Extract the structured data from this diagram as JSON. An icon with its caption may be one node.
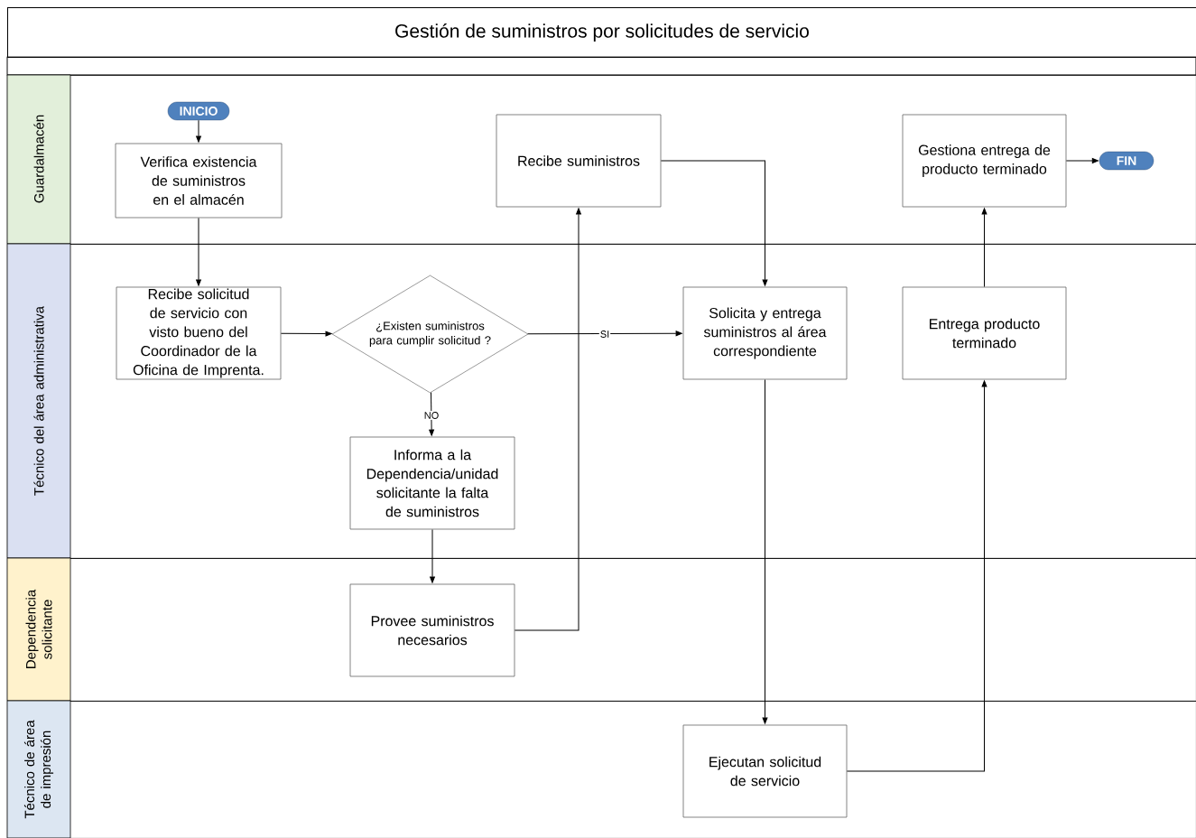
{
  "diagram": {
    "title": "Gestión de suministros por solicitudes de servicio",
    "nodes": [
      {
        "text": [
          "Guardalmacén"
        ]
      },
      {
        "text": [
          "Técnico del área administrativa"
        ]
      },
      {
        "text": [
          "Dependencia solicitante"
        ]
      },
      {
        "text": [
          "Técnico de área de impresión"
        ]
      },
      {
        "text": [
          "INICIO"
        ],
        "in": 0
      },
      {
        "text": [
          "Verifica existencia de suministros en el almacén"
        ],
        "in": 0
      },
      {
        "text": [
          "Recibe suministros"
        ],
        "in": 0
      },
      {
        "text": [
          "Gestiona entrega de producto terminado"
        ],
        "in": 0
      },
      {
        "text": [
          "FIN"
        ],
        "in": 0
      },
      {
        "text": [
          "Recibe solicitud de servicio con visto bueno del Coordinador de la Oficina de Imprenta."
        ],
        "in": 1
      },
      {
        "text": [
          "¿Existen suministros para cumplir solicitud ?"
        ],
        "in": 1
      },
      {
        "text": [
          "Solicita y entrega suministros al área correspondiente"
        ],
        "in": 1
      },
      {
        "text": [
          "Entrega producto terminado"
        ],
        "in": 1
      },
      {
        "text": [
          "Informa a la Dependencia/unidad solicitante la falta de suministros"
        ],
        "in": 1
      },
      {
        "text": [
          "Provee suministros necesarios"
        ],
        "in": 2
      },
      {
        "text": [
          "Ejecutan solicitud de servicio"
        ],
        "in": 3
      }
    ],
    "edges": [
      {
        "from": 4,
        "to": 5,
        "arrow": "to"
      },
      {
        "from": 5,
        "to": 9,
        "arrow": "to"
      },
      {
        "from": 9,
        "to": 10,
        "arrow": "to"
      },
      {
        "from": 10,
        "to": 11,
        "arrow": "to",
        "label": "SI"
      },
      {
        "from": 10,
        "to": 13,
        "arrow": "to",
        "label": "NO"
      },
      {
        "from": 13,
        "to": 14,
        "arrow": "to"
      },
      {
        "from": 14,
        "to": 6,
        "arrow": "to"
      },
      {
        "from": 6,
        "to": 11,
        "arrow": "to"
      },
      {
        "from": 11,
        "to": 15,
        "arrow": "to"
      },
      {
        "from": 15,
        "to": 12,
        "arrow": "to"
      },
      {
        "from": 12,
        "to": 7,
        "arrow": "to"
      },
      {
        "from": 7,
        "to": 8,
        "arrow": "to"
      }
    ]
  }
}
